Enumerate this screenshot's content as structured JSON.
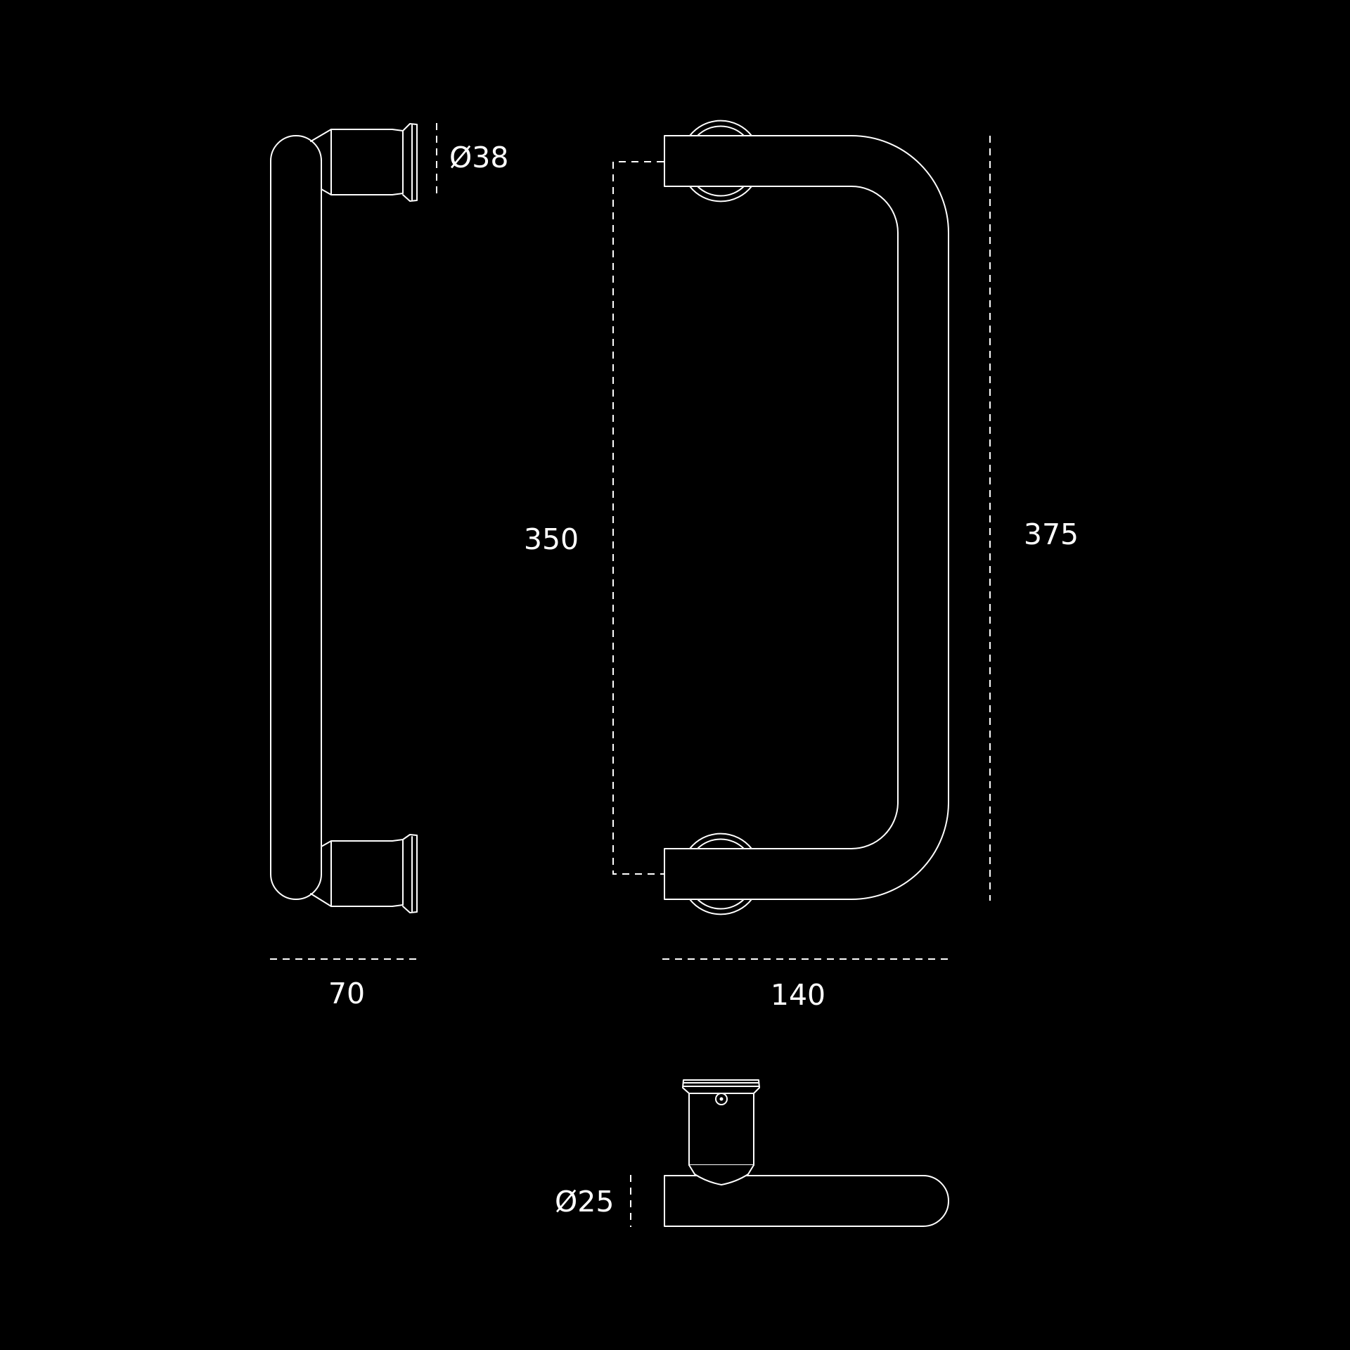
{
  "dimensions": {
    "handle_diameter": "Ø38",
    "center_to_center": "350",
    "overall_length": "375",
    "projection": "70",
    "depth": "140",
    "tube_diameter": "Ø25"
  }
}
